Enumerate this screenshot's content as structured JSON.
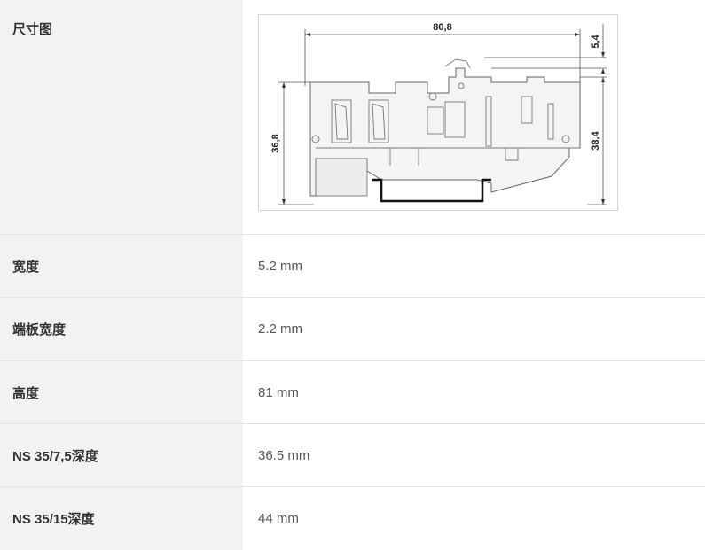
{
  "rows": [
    {
      "label": "尺寸图"
    },
    {
      "label": "宽度",
      "value": "5.2 mm"
    },
    {
      "label": "端板宽度",
      "value": "2.2 mm"
    },
    {
      "label": "高度",
      "value": "81 mm"
    },
    {
      "label": "NS 35/7,5深度",
      "value": "36.5 mm"
    },
    {
      "label": "NS 35/15深度",
      "value": "44 mm"
    }
  ],
  "drawing": {
    "width_dim": "80,8",
    "top_dim": "5,4",
    "left_dim": "36,8",
    "right_dim": "38,4"
  }
}
